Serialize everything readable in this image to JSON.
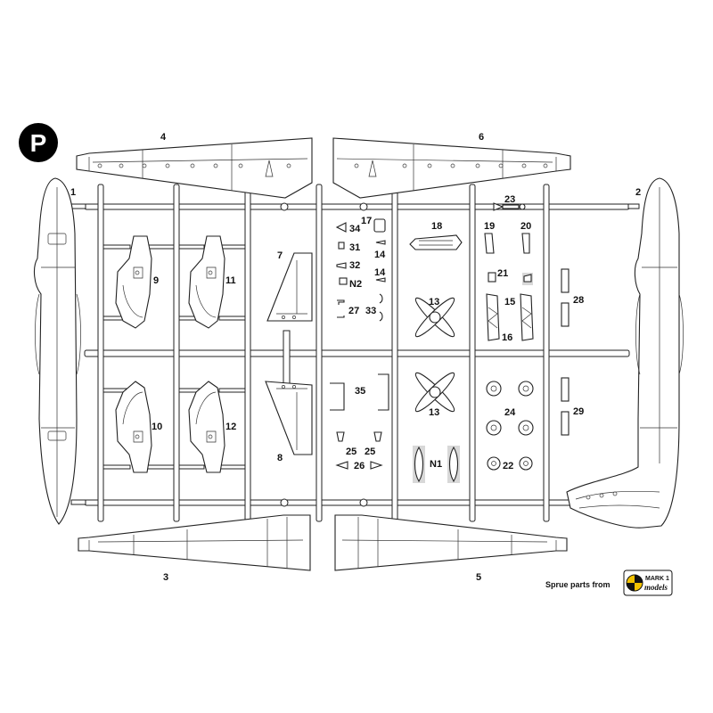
{
  "sheet": {
    "sheet_letter": "P",
    "credit": "Sprue parts from",
    "logo_top": "MARK 1",
    "logo_bottom": "models"
  },
  "parts": {
    "p1": "1",
    "p2": "2",
    "p3": "3",
    "p4": "4",
    "p5": "5",
    "p6": "6",
    "p7": "7",
    "p8": "8",
    "p9": "9",
    "p10": "10",
    "p11": "11",
    "p12": "12",
    "p13a": "13",
    "p13b": "13",
    "p14a": "14",
    "p14b": "14",
    "p15": "15",
    "p16": "16",
    "p17": "17",
    "p18": "18",
    "p19": "19",
    "p20": "20",
    "p21": "21",
    "p22": "22",
    "p23": "23",
    "p24": "24",
    "p25a": "25",
    "p25b": "25",
    "p26": "26",
    "p27": "27",
    "p28": "28",
    "p29": "29",
    "p31": "31",
    "p32": "32",
    "p33": "33",
    "p34": "34",
    "p35": "35",
    "pN1": "N1",
    "pN2": "N2"
  },
  "colors": {
    "ink": "#111111",
    "runner_fill": "#ffffff",
    "flash": "#d8d8d8",
    "logo_yellow": "#f2c200"
  }
}
